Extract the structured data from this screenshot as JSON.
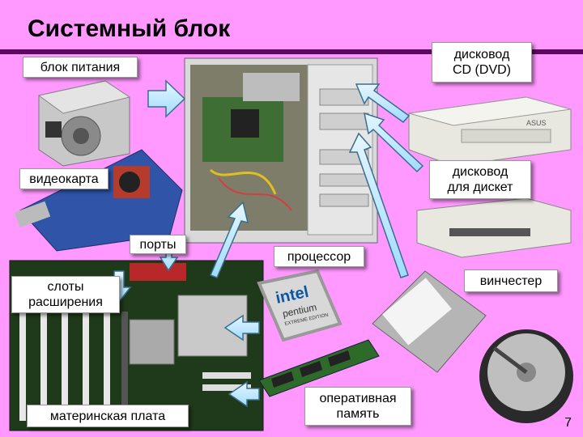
{
  "slide": {
    "title": "Системный блок",
    "page_number": "7",
    "colors": {
      "background": "#ff99ff",
      "title_bar": "#5b0b5e",
      "arrow_fill": "#9fdcff"
    }
  },
  "callouts": {
    "power_supply": "блок питания",
    "cd_drive": "дисковод\nCD (DVD)",
    "video_card": "видеокарта",
    "floppy_drive": "дисковод\nдля дискет",
    "ports": "порты",
    "processor": "процессор",
    "expansion_slots": "слоты\nрасширения",
    "hard_disk": "винчестер",
    "motherboard": "материнская плата",
    "ram": "оперативная\nпамять"
  },
  "images": {
    "cpu_brand": "intel",
    "cpu_model": "pentium",
    "cpu_tag": "EXTREME EDITION",
    "cd_brand": "ASUS"
  }
}
